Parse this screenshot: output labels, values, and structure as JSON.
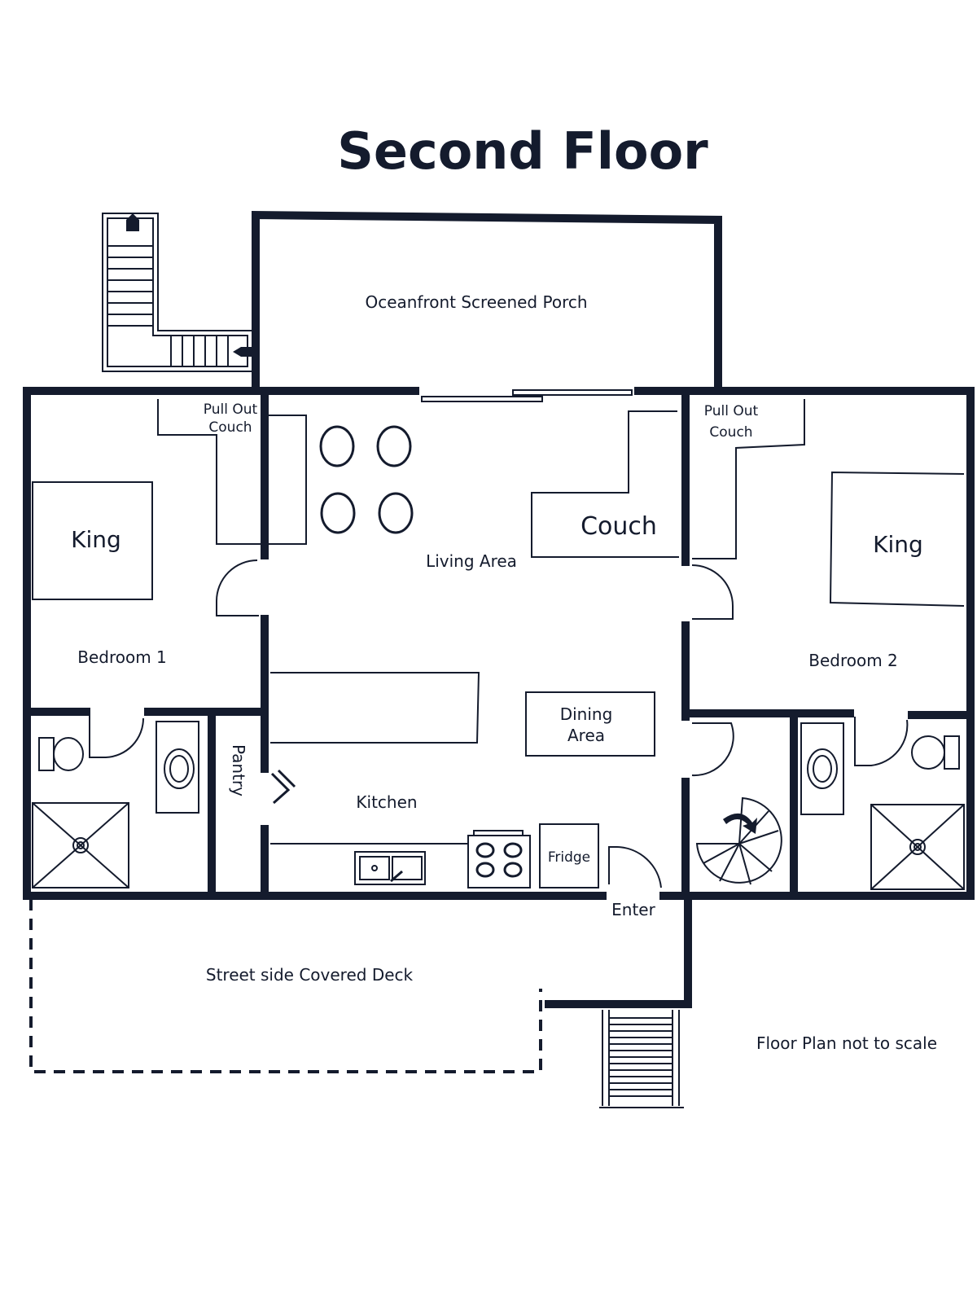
{
  "title": "Second Floor",
  "rooms": {
    "porch": "Oceanfront Screened Porch",
    "living": "Living Area",
    "bedroom1": "Bedroom 1",
    "bedroom2": "Bedroom 2",
    "kitchen": "Kitchen",
    "pantry": "Pantry",
    "deck": "Street side Covered Deck"
  },
  "furniture": {
    "king_left": "King",
    "king_right": "King",
    "couch": "Couch",
    "pullout_left_1": "Pull Out",
    "pullout_left_2": "Couch",
    "pullout_right_1": "Pull Out",
    "pullout_right_2": "Couch",
    "dining_1": "Dining",
    "dining_2": "Area",
    "fridge": "Fridge"
  },
  "entry": "Enter",
  "note": "Floor Plan not to scale",
  "colors": {
    "ink": "#141b2d",
    "background": "#ffffff"
  }
}
